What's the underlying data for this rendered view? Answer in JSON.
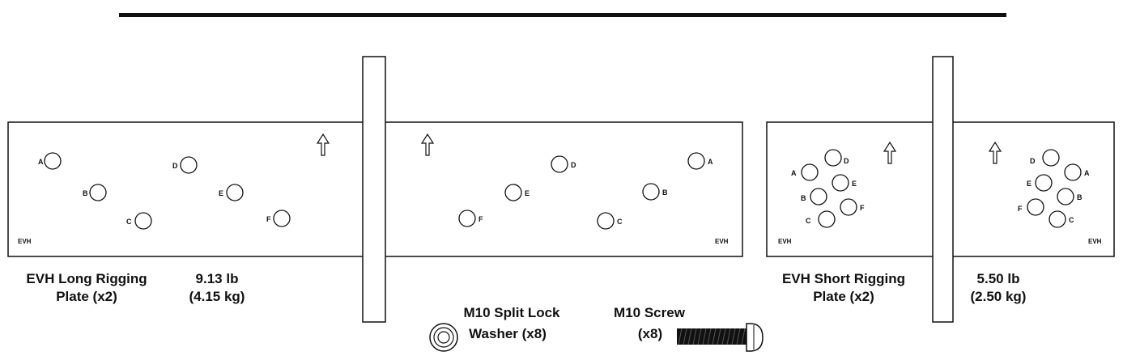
{
  "long_plate": {
    "name_line1": "EVH Long Rigging",
    "name_line2": "Plate (x2)",
    "weight_lb": "9.13 lb",
    "weight_kg": "(4.15 kg)",
    "tag": "EVH",
    "left_holes": [
      "A",
      "B",
      "C",
      "D",
      "E",
      "F"
    ],
    "right_holes": [
      "F",
      "E",
      "D",
      "C",
      "B",
      "A"
    ]
  },
  "short_plate": {
    "name_line1": "EVH Short Rigging",
    "name_line2": "Plate (x2)",
    "weight_lb": "5.50 lb",
    "weight_kg": "(2.50 kg)",
    "tag": "EVH",
    "left_holes": [
      "A",
      "D",
      "E",
      "B",
      "F",
      "C"
    ],
    "right_holes": [
      "D",
      "A",
      "E",
      "B",
      "F",
      "C"
    ]
  },
  "washer": {
    "line1": "M10 Split Lock",
    "line2": "Washer (x8)"
  },
  "screw": {
    "line1": "M10 Screw",
    "line2": "(x8)"
  },
  "colors": {
    "ink": "#111111",
    "background": "#ffffff"
  }
}
